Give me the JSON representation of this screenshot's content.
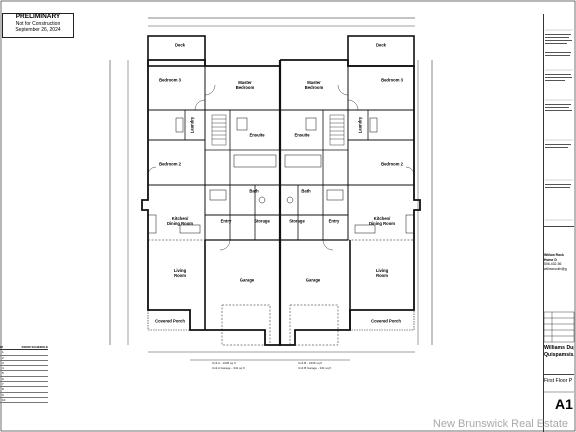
{
  "stamp": {
    "line1": "PRELIMINARY",
    "line2": "Not for Construction",
    "line3": "September 26, 2024"
  },
  "rooms_left": {
    "deck": "Deck",
    "bedroom3": "Bedroom 3",
    "laundry": "Laundry",
    "bedroom2": "Bedroom 2",
    "master": "Master Bedroom",
    "ensuite": "Ensuite",
    "bath": "Bath",
    "kitchen": "Kitchen/ Dining Room",
    "entry": "Entry",
    "storage": "Storage",
    "living": "Living Room",
    "garage": "Garage",
    "porch": "Covered Porch"
  },
  "rooms_right": {
    "deck": "Deck",
    "bedroom3": "Bedroom 3",
    "laundry": "Laundry",
    "bedroom2": "Bedroom 2",
    "master": "Master Bedroom",
    "ensuite": "Ensuite",
    "bath": "Bath",
    "kitchen": "Kitchen/ Dining Room",
    "entry": "Entry",
    "storage": "Storage",
    "living": "Living Room",
    "garage": "Garage",
    "porch": "Covered Porch"
  },
  "areas": {
    "left_unit": "Unit A - 1635 sq ft",
    "left_garage": "Unit A Garage - 341 sq ft",
    "right_unit": "Unit B - 1635 sq ft",
    "right_garage": "Unit B Garage - 341 sq ft"
  },
  "titleblock": {
    "logo1": "Willow Rock Home D",
    "logo2": "506-432-56",
    "logo3": "willowrockh@g",
    "project1": "Williams Dup",
    "project2": "Quispamsis,",
    "sheet_title": "First Floor P",
    "sheet": "A1"
  },
  "legend": {
    "title": "DOOR SCHEDULE",
    "left_col": "ID",
    "rows": [
      "1",
      "2",
      "3",
      "4",
      "5",
      "6",
      "7",
      "8",
      "9",
      "10"
    ]
  },
  "watermark": "New Brunswick Real Estate"
}
